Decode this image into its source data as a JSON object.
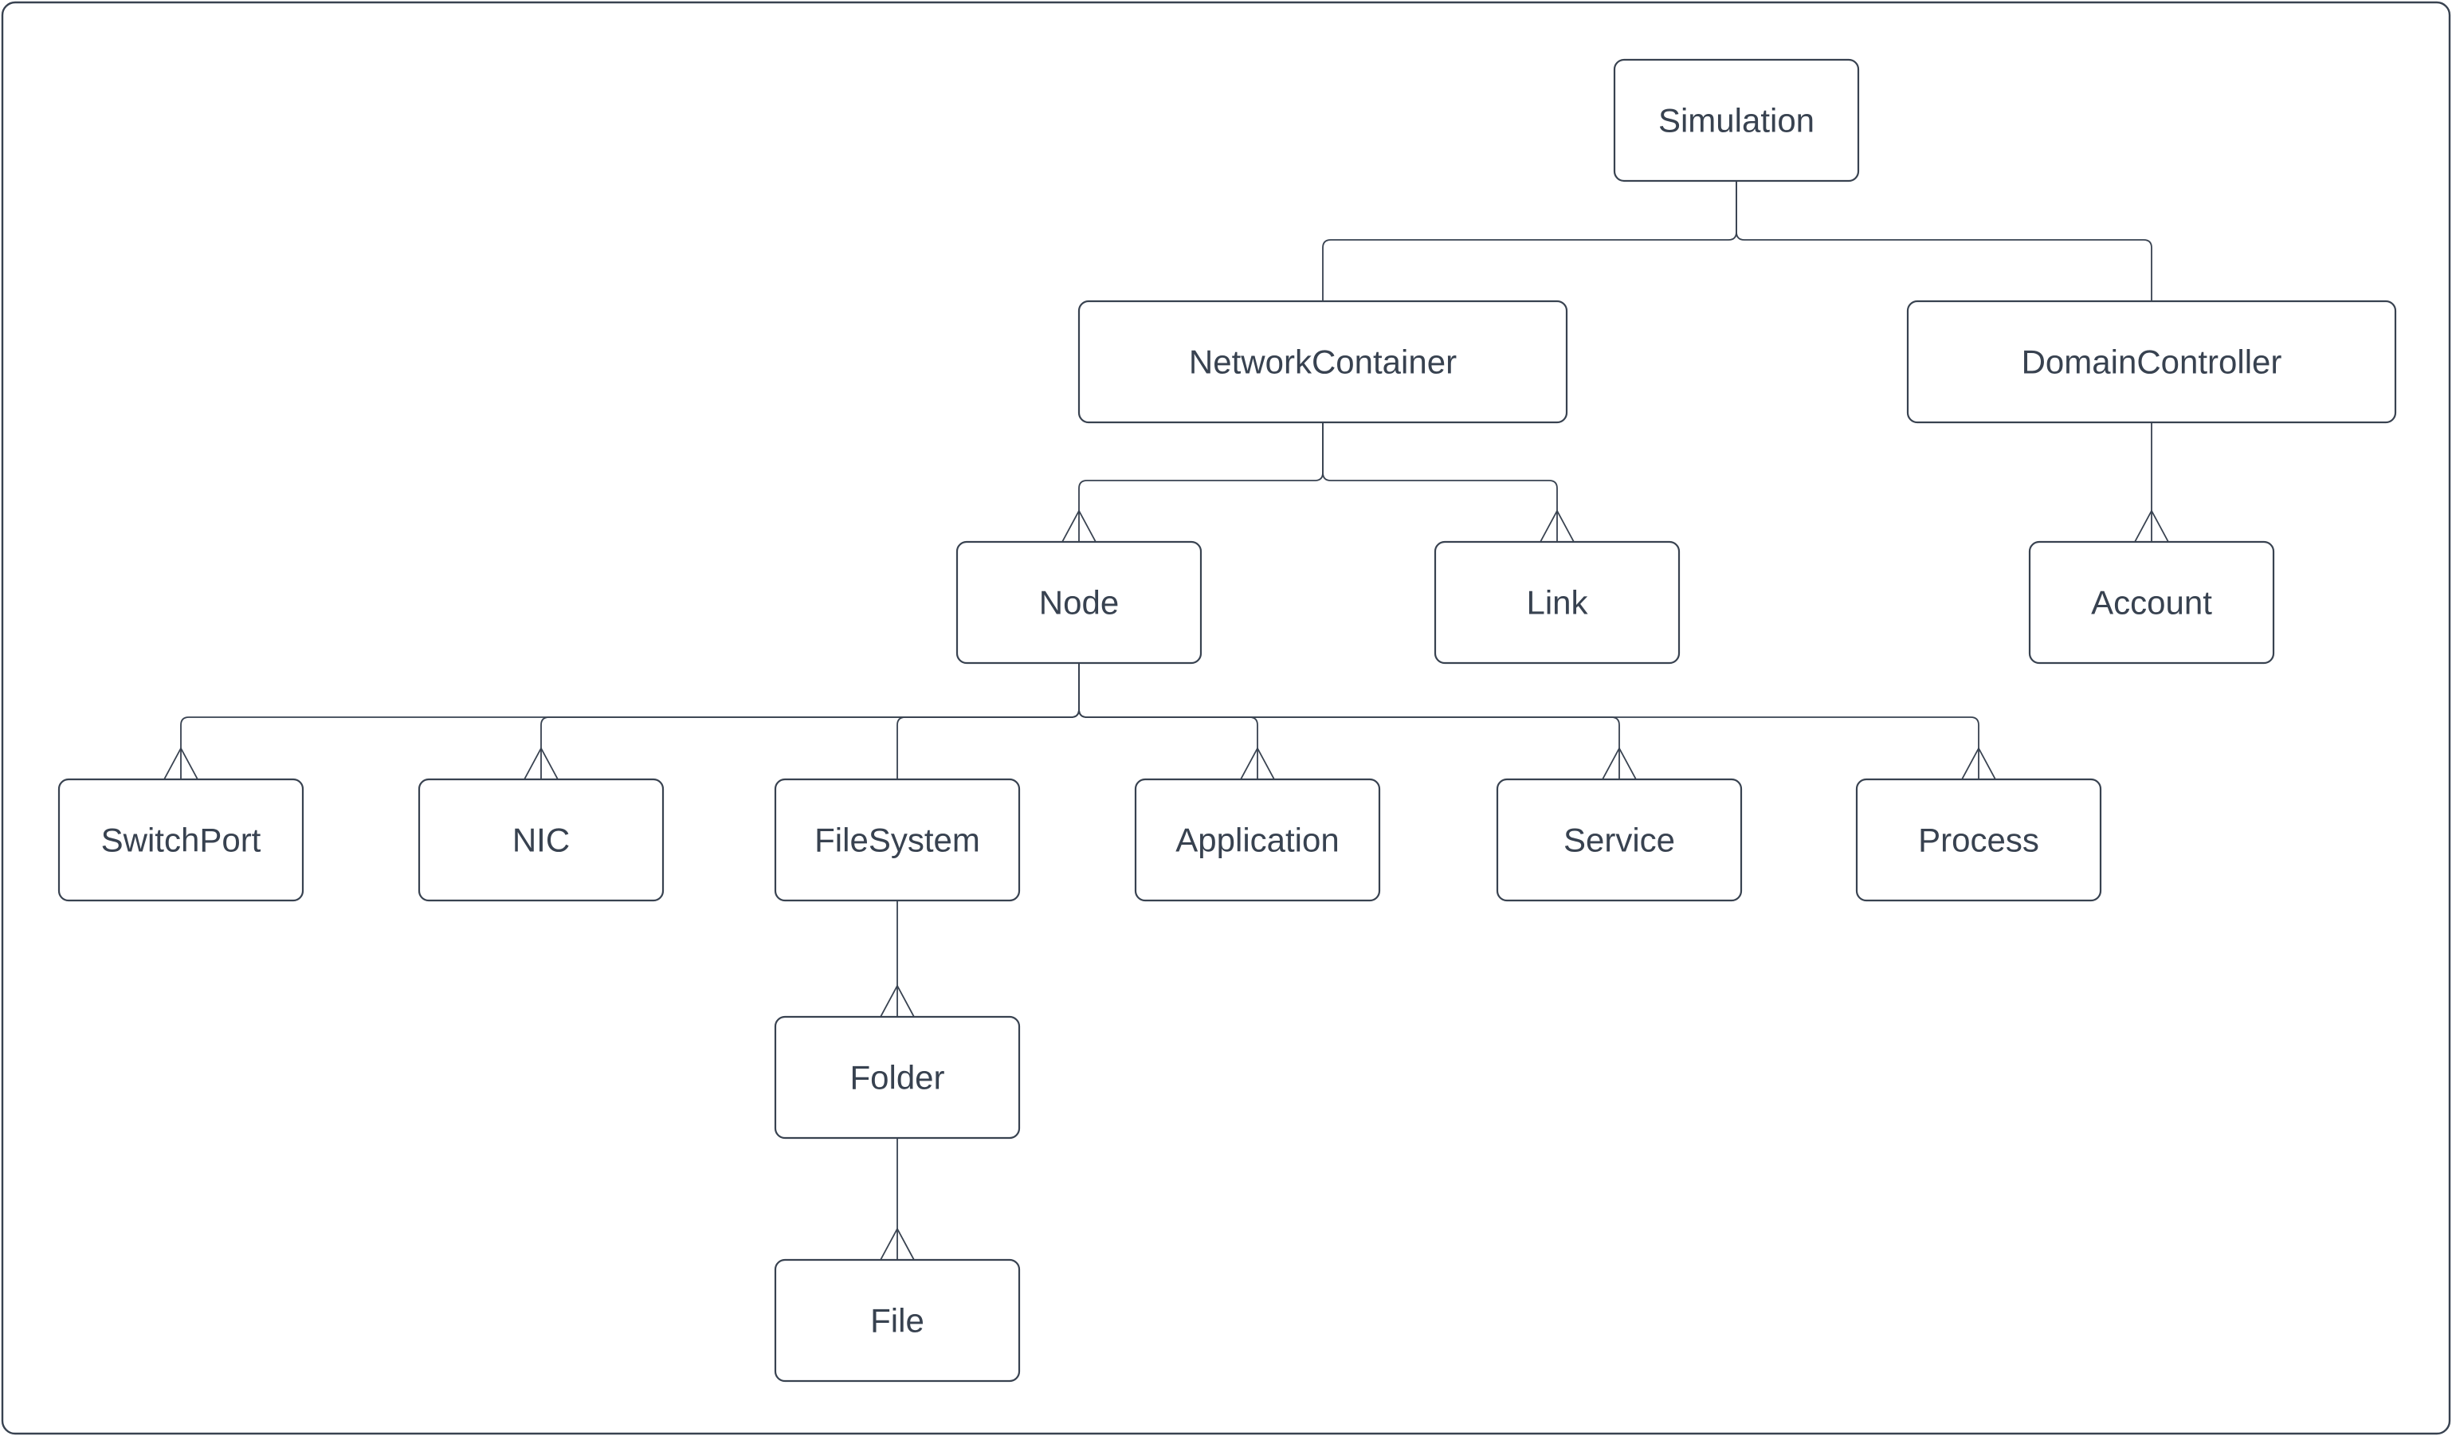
{
  "diagram": {
    "type": "tree-hierarchy",
    "background_color": "#ffffff",
    "line_color": "#384250",
    "text_color": "#384250",
    "arrowhead_style": "open-chevron-up"
  },
  "nodes": [
    {
      "id": "simulation",
      "label": "Simulation"
    },
    {
      "id": "network_container",
      "label": "NetworkContainer"
    },
    {
      "id": "domain_controller",
      "label": "DomainController"
    },
    {
      "id": "node",
      "label": "Node"
    },
    {
      "id": "link",
      "label": "Link"
    },
    {
      "id": "account",
      "label": "Account"
    },
    {
      "id": "switch_port",
      "label": "SwitchPort"
    },
    {
      "id": "nic",
      "label": "NIC"
    },
    {
      "id": "file_system",
      "label": "FileSystem"
    },
    {
      "id": "application",
      "label": "Application"
    },
    {
      "id": "service",
      "label": "Service"
    },
    {
      "id": "process",
      "label": "Process"
    },
    {
      "id": "folder",
      "label": "Folder"
    },
    {
      "id": "file",
      "label": "File"
    }
  ],
  "edges": [
    {
      "from": "simulation",
      "to": "network_container",
      "arrowhead": false
    },
    {
      "from": "simulation",
      "to": "domain_controller",
      "arrowhead": false
    },
    {
      "from": "network_container",
      "to": "node",
      "arrowhead": true
    },
    {
      "from": "network_container",
      "to": "link",
      "arrowhead": true
    },
    {
      "from": "domain_controller",
      "to": "account",
      "arrowhead": true
    },
    {
      "from": "node",
      "to": "switch_port",
      "arrowhead": true
    },
    {
      "from": "node",
      "to": "nic",
      "arrowhead": true
    },
    {
      "from": "node",
      "to": "file_system",
      "arrowhead": false
    },
    {
      "from": "node",
      "to": "application",
      "arrowhead": true
    },
    {
      "from": "node",
      "to": "service",
      "arrowhead": true
    },
    {
      "from": "node",
      "to": "process",
      "arrowhead": true
    },
    {
      "from": "file_system",
      "to": "folder",
      "arrowhead": true
    },
    {
      "from": "folder",
      "to": "file",
      "arrowhead": true
    }
  ]
}
